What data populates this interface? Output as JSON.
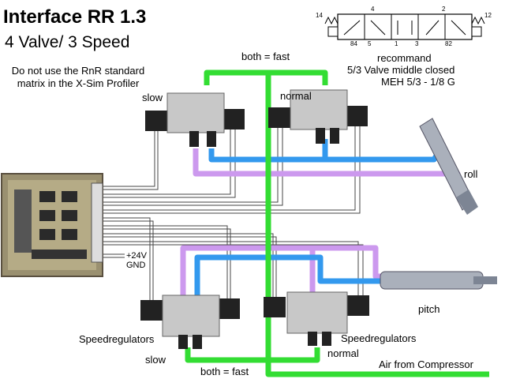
{
  "title": "Interface RR 1.3",
  "subtitle": "4 Valve/ 3 Speed",
  "note": "Do not use the RnR standard matrix in the X-Sim Profiler",
  "labels": {
    "slow_top": "slow",
    "normal_top": "normal",
    "both_fast_top": "both = fast",
    "recommend_1": "recommand",
    "recommend_2": "5/3 Valve middle closed",
    "recommend_3": "MEH 5/3 - 1/8 G",
    "roll": "roll",
    "power_24v": "+24V",
    "power_gnd": "GND",
    "pitch": "pitch",
    "speedregulators_left": "Speedregulators",
    "speedregulators_right": "Speedregulators",
    "slow_bottom": "slow",
    "normal_bottom": "normal",
    "both_fast_bottom": "both = fast",
    "air": "Air from Compressor"
  },
  "schematic_numbers": [
    "14",
    "12",
    "84",
    "5",
    "1",
    "3",
    "82",
    "4",
    "2"
  ],
  "colors": {
    "air_line": "#33dd33",
    "line_blue": "#3399ee",
    "line_purple": "#cc99ee",
    "wiring": "#333333",
    "valve_body": "#c8c8c8",
    "solenoid": "#222222"
  }
}
